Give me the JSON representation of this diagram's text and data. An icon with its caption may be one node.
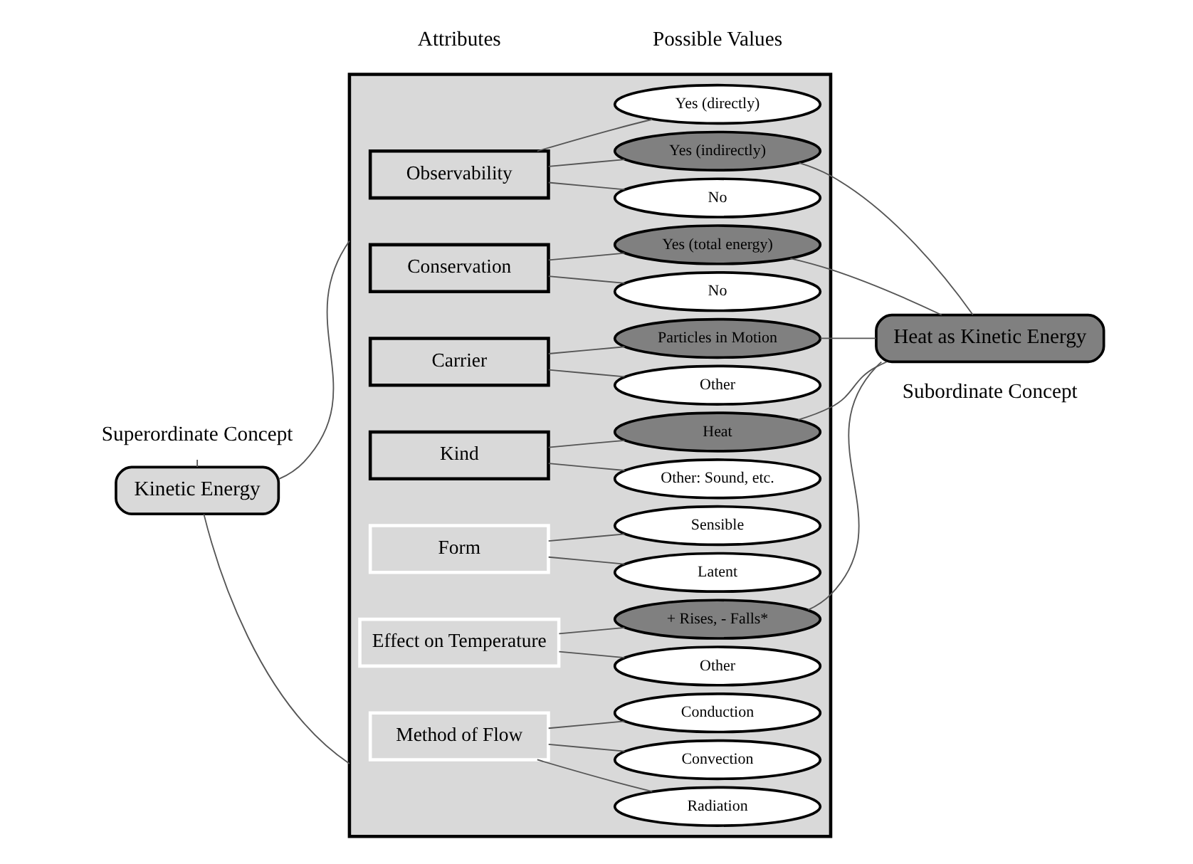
{
  "diagram": {
    "nodes": [
      {
        "text": [
          "Superordinate Concept"
        ]
      },
      {
        "text": [
          "Kinetic Energy"
        ]
      },
      {
        "text": [],
        "shape": "box"
      },
      {
        "text": [
          "Observability"
        ],
        "in": 2
      },
      {
        "text": [
          "Yes (directly)"
        ],
        "in": 2
      },
      {
        "text": [
          "Yes (indirectly)"
        ],
        "in": 2
      },
      {
        "text": [
          "No"
        ],
        "in": 2
      },
      {
        "text": [
          "Conservation"
        ],
        "in": 2
      },
      {
        "text": [
          "Yes (total energy)"
        ],
        "in": 2
      },
      {
        "text": [
          "No"
        ],
        "in": 2
      },
      {
        "text": [
          "Carrier"
        ],
        "in": 2
      },
      {
        "text": [
          "Particles in Motion"
        ],
        "in": 2
      },
      {
        "text": [
          "Other"
        ],
        "in": 2
      },
      {
        "text": [
          "Kind"
        ],
        "in": 2
      },
      {
        "text": [
          "Heat"
        ],
        "in": 2
      },
      {
        "text": [
          "Other: Sound, etc."
        ],
        "in": 2
      },
      {
        "text": [
          "Form"
        ],
        "in": 2
      },
      {
        "text": [
          "Sensible"
        ],
        "in": 2
      },
      {
        "text": [
          "Latent"
        ],
        "in": 2
      },
      {
        "text": [
          "Effect on Temperature"
        ],
        "in": 2
      },
      {
        "text": [
          "+ Rises, - Falls*"
        ],
        "in": 2
      },
      {
        "text": [
          "Other"
        ],
        "in": 2
      },
      {
        "text": [
          "Method of Flow"
        ],
        "in": 2
      },
      {
        "text": [
          "Conduction"
        ],
        "in": 2
      },
      {
        "text": [
          "Convection"
        ],
        "in": 2
      },
      {
        "text": [
          "Radiation"
        ],
        "in": 2
      },
      {
        "text": [
          "Heat as Kinetic Energy"
        ]
      }
    ],
    "edges": [
      {
        "from": 0,
        "to": 1,
        "arrow": "none"
      },
      {
        "from": 1,
        "to": 2,
        "arrow": "none"
      },
      {
        "from": 1,
        "to": 2,
        "arrow": "none"
      },
      {
        "from": 3,
        "to": 4,
        "arrow": "none"
      },
      {
        "from": 3,
        "to": 5,
        "arrow": "none"
      },
      {
        "from": 3,
        "to": 6,
        "arrow": "none"
      },
      {
        "from": 7,
        "to": 8,
        "arrow": "none"
      },
      {
        "from": 7,
        "to": 9,
        "arrow": "none"
      },
      {
        "from": 10,
        "to": 11,
        "arrow": "none"
      },
      {
        "from": 10,
        "to": 12,
        "arrow": "none"
      },
      {
        "from": 13,
        "to": 14,
        "arrow": "none"
      },
      {
        "from": 13,
        "to": 15,
        "arrow": "none"
      },
      {
        "from": 16,
        "to": 17,
        "arrow": "none"
      },
      {
        "from": 16,
        "to": 18,
        "arrow": "none"
      },
      {
        "from": 19,
        "to": 20,
        "arrow": "none"
      },
      {
        "from": 19,
        "to": 21,
        "arrow": "none"
      },
      {
        "from": 22,
        "to": 23,
        "arrow": "none"
      },
      {
        "from": 22,
        "to": 24,
        "arrow": "none"
      },
      {
        "from": 22,
        "to": 25,
        "arrow": "none"
      },
      {
        "from": 5,
        "to": 26,
        "arrow": "none"
      },
      {
        "from": 8,
        "to": 26,
        "arrow": "none"
      },
      {
        "from": 11,
        "to": 26,
        "arrow": "none"
      },
      {
        "from": 14,
        "to": 26,
        "arrow": "none"
      },
      {
        "from": 20,
        "to": 26,
        "arrow": "none"
      }
    ],
    "labels": [
      "Attributes",
      "Possible Values",
      "Subordinate Concept"
    ]
  }
}
